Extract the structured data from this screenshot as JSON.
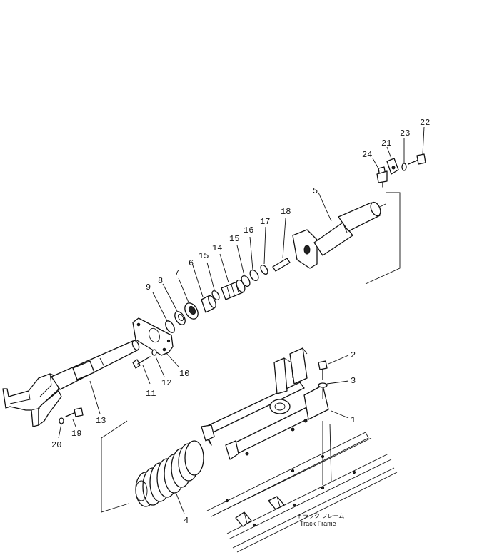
{
  "labels": {
    "p1": "1",
    "p2": "2",
    "p3": "3",
    "p4": "4",
    "p5": "5",
    "p6": "6",
    "p7": "7",
    "p8": "8",
    "p9": "9",
    "p10": "10",
    "p11": "11",
    "p12": "12",
    "p13": "13",
    "p14": "14",
    "p15a": "15",
    "p15b": "15",
    "p16": "16",
    "p17": "17",
    "p18": "18",
    "p19": "19",
    "p20": "20",
    "p21": "21",
    "p22": "22",
    "p23": "23",
    "p24": "24"
  },
  "track_frame": {
    "jp": "トラック フレーム",
    "en": "Track Frame"
  }
}
